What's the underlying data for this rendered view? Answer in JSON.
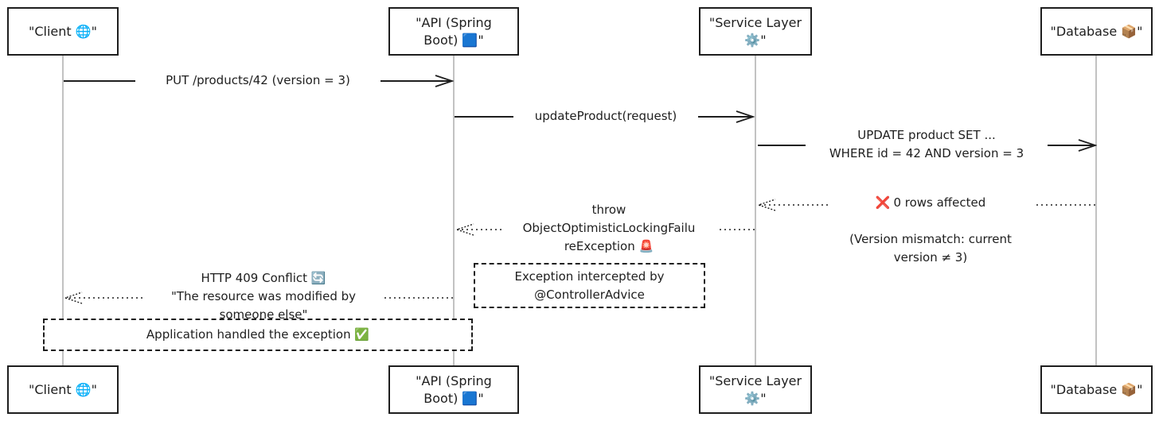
{
  "participants": {
    "client": {
      "label": "\"Client 🌐\""
    },
    "api": {
      "label": "\"API (Spring\nBoot) 🟦\""
    },
    "service": {
      "label": "\"Service Layer\n⚙️\""
    },
    "database": {
      "label": "\"Database 📦\""
    }
  },
  "messages": {
    "m1": {
      "label": "PUT /products/42 (version = 3)"
    },
    "m2": {
      "label": "updateProduct(request)"
    },
    "m3": {
      "label": "UPDATE product SET ...\nWHERE id = 42 AND version = 3"
    },
    "m4": {
      "icon": "❌",
      "line1": "0 rows affected",
      "rest": "(Version mismatch: current\nversion ≠ 3)"
    },
    "m5": {
      "label": "throw\nObjectOptimisticLockingFailu\nreException 🚨"
    },
    "m6": {
      "label": "HTTP 409 Conflict 🔄\n\"The resource was modified by\nsomeone else\""
    }
  },
  "notes": {
    "controller_advice": "Exception intercepted by\n@ControllerAdvice",
    "handled": "Application handled the exception ✅"
  },
  "icons": {
    "globe": "globe-icon",
    "spring_square": "blue-square-icon",
    "gear": "gear-icon",
    "package": "package-icon",
    "cross": "cross-mark-icon",
    "siren": "siren-icon",
    "refresh": "refresh-icon",
    "check": "check-mark-icon"
  },
  "colors": {
    "line": "#1e1e1e",
    "lifeline": "#9a9a9a",
    "error": "#e0282e"
  }
}
